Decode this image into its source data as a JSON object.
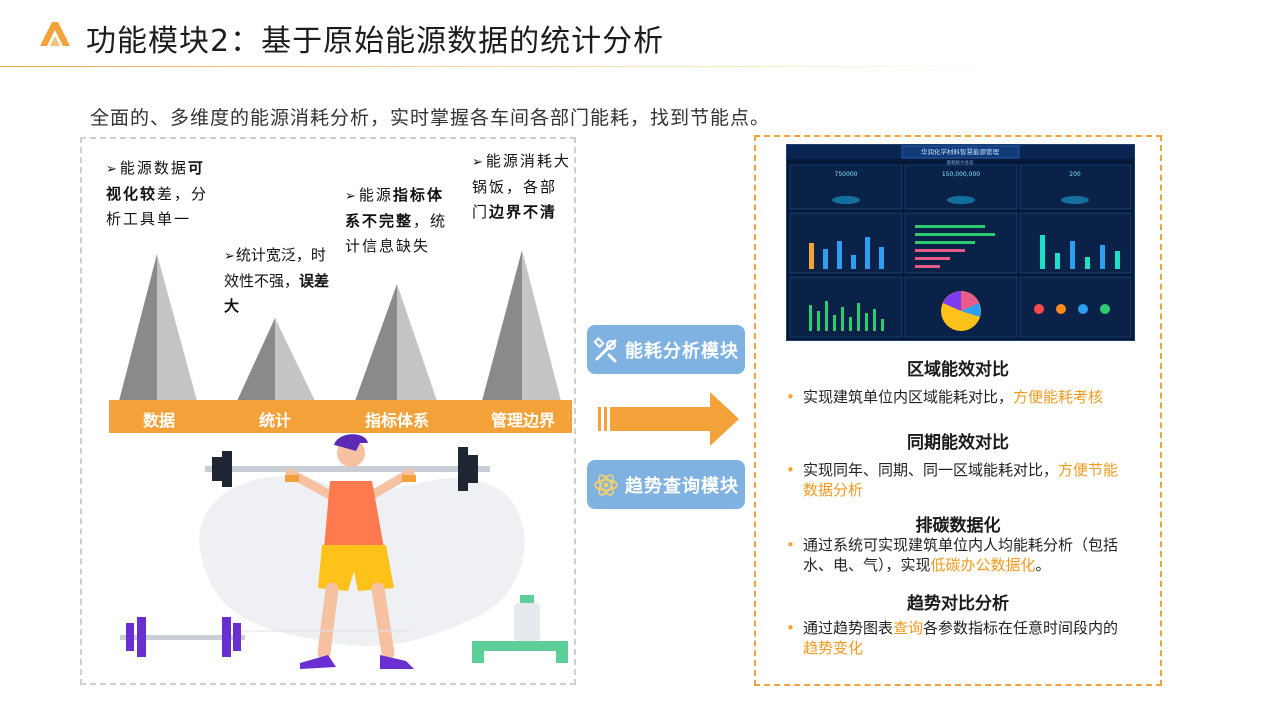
{
  "header": {
    "title": "功能模块2：基于原始能源数据的统计分析",
    "subtitle": "全面的、多维度的能源消耗分析，实时掌握各车间各部门能耗，找到节能点。"
  },
  "pain_points": [
    {
      "parts": [
        [
          "能源数据",
          false
        ],
        [
          "可视化较",
          true
        ],
        [
          "差，分析",
          false
        ],
        [
          "工具单一",
          false
        ]
      ]
    },
    {
      "parts": [
        [
          "统计宽泛，",
          false
        ],
        [
          "时效性不强，",
          false
        ],
        [
          "误差大",
          true
        ]
      ]
    },
    {
      "parts": [
        [
          "能源",
          false
        ],
        [
          "指标",
          true
        ],
        [
          "体系不完",
          true
        ],
        [
          "整",
          true
        ],
        [
          "，统计",
          false
        ],
        [
          "信息缺失",
          false
        ]
      ]
    },
    {
      "parts": [
        [
          "能源消耗",
          false
        ],
        [
          "大锅饭，",
          false
        ],
        [
          "各部门",
          false
        ],
        [
          "边",
          true
        ],
        [
          "界不清",
          true
        ]
      ]
    }
  ],
  "base_labels": [
    "数据",
    "统计",
    "指标体系",
    "管理边界"
  ],
  "modules": [
    {
      "label": "能耗分析模块",
      "icon": "tools-icon"
    },
    {
      "label": "趋势查询模块",
      "icon": "atom-icon"
    }
  ],
  "dashboard": {
    "header_title": "华润化学材料智慧能源管理",
    "header_sub": "能耗统计总览",
    "kpis": [
      "750000",
      "150,000,000",
      "200"
    ]
  },
  "sections": [
    {
      "heading": "区域能效对比",
      "text": [
        [
          "实现建筑单位内区域能耗对比，",
          false
        ],
        [
          "方便能耗考核",
          true
        ]
      ]
    },
    {
      "heading": "同期能效对比",
      "text": [
        [
          "实现同年、同期、同一区域能耗对比，",
          false
        ],
        [
          "方便节能数据分析",
          true
        ]
      ]
    },
    {
      "heading": "排碳数据化",
      "text": [
        [
          "通过系统可实现建筑单位内人均能耗分析（包括水、电、气），实现",
          false
        ],
        [
          "低碳办公数据化",
          true
        ],
        [
          "。",
          false
        ]
      ]
    },
    {
      "heading": "趋势对比分析",
      "text": [
        [
          "通过趋势图表",
          false
        ],
        [
          "查询",
          true
        ],
        [
          "各参数指标在任意时间段内的",
          false
        ],
        [
          "趋势变化",
          true
        ]
      ]
    }
  ],
  "colors": {
    "accent": "#f3a23a",
    "button": "#7fb2e0",
    "dashboard_bg": "#071938"
  }
}
